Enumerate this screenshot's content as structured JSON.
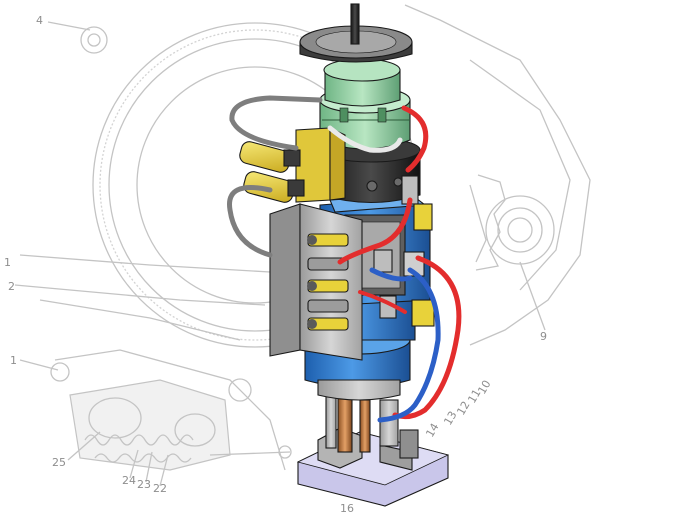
{
  "figure": {
    "callouts": [
      "4",
      "1",
      "2",
      "1",
      "25",
      "24",
      "23",
      "22",
      "9",
      "14",
      "13",
      "12",
      "11",
      "10",
      "16"
    ]
  },
  "colors": {
    "background": "#ffffff",
    "sketch_line": "#c4c4c4",
    "housing_green": "#9fd4ac",
    "housing_blue": "#2f7fd0",
    "body_black": "#222222",
    "plate_grey": "#b9b9b9",
    "connector_yellow": "#e8d23a",
    "hose_red": "#e32d2d",
    "hose_blue": "#2c5fc7",
    "hose_grey": "#8a8a8a",
    "base_violet": "#c9c6ea",
    "copper_post": "#c07a40"
  }
}
